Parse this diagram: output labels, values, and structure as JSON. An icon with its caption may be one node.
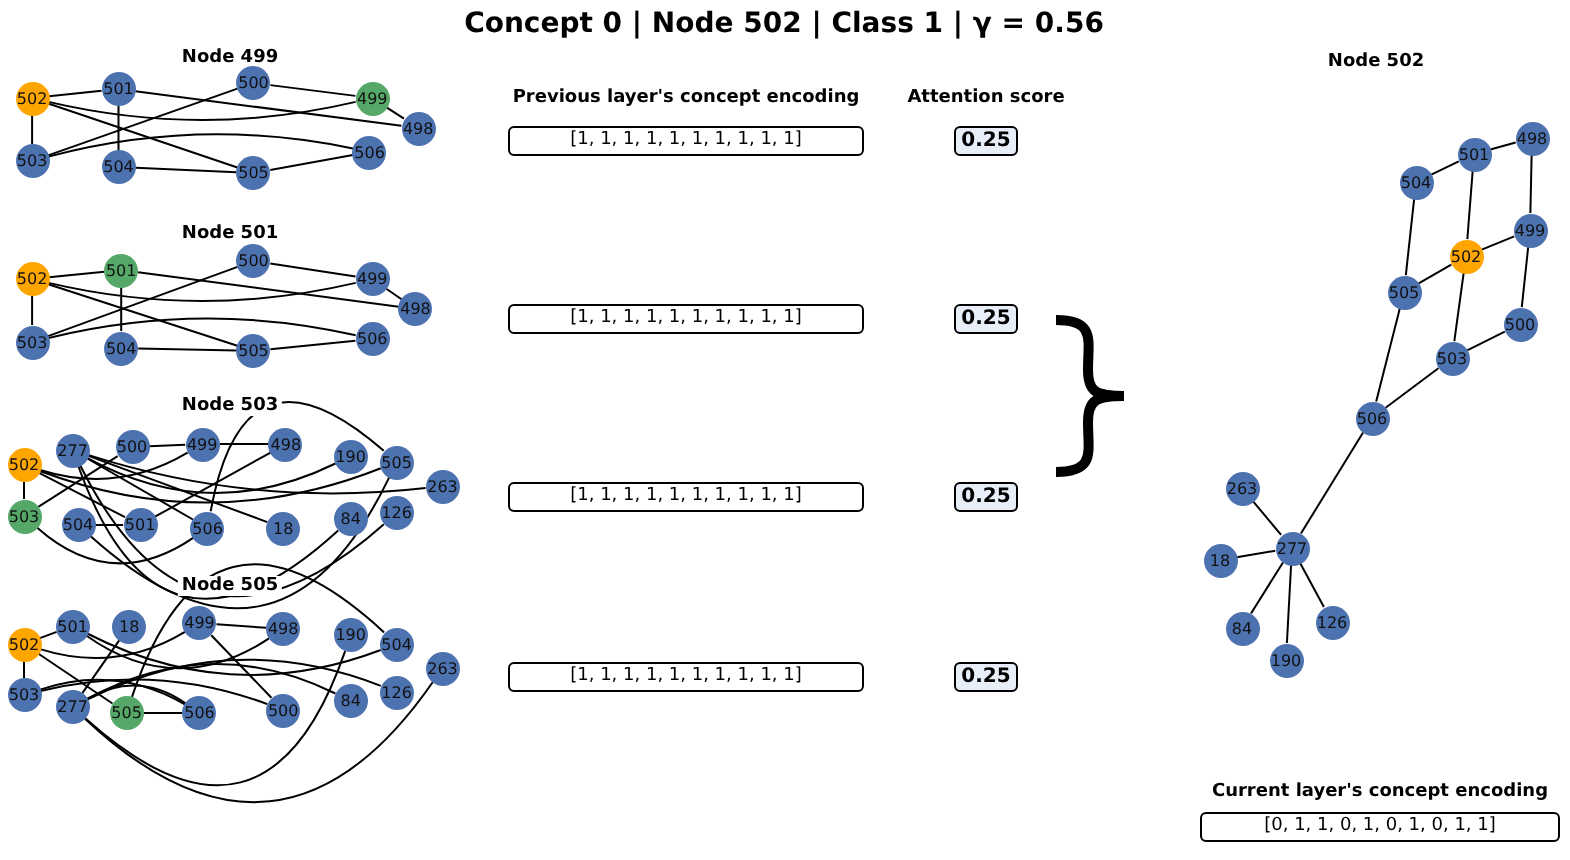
{
  "diagram": {
    "title": "Concept 0 | Node 502 | Class 1 | γ = 0.56",
    "nodes": [
      {
        "text": [
          "502"
        ]
      },
      {
        "text": [
          "501"
        ]
      },
      {
        "text": [
          "500"
        ]
      },
      {
        "text": [
          "499"
        ]
      },
      {
        "text": [
          "498"
        ]
      },
      {
        "text": [
          "503"
        ]
      },
      {
        "text": [
          "504"
        ]
      },
      {
        "text": [
          "505"
        ]
      },
      {
        "text": [
          "506"
        ]
      },
      {
        "text": [
          "502"
        ]
      },
      {
        "text": [
          "501"
        ]
      },
      {
        "text": [
          "500"
        ]
      },
      {
        "text": [
          "499"
        ]
      },
      {
        "text": [
          "498"
        ]
      },
      {
        "text": [
          "503"
        ]
      },
      {
        "text": [
          "504"
        ]
      },
      {
        "text": [
          "505"
        ]
      },
      {
        "text": [
          "506"
        ]
      },
      {
        "text": [
          "502"
        ]
      },
      {
        "text": [
          "277"
        ]
      },
      {
        "text": [
          "500"
        ]
      },
      {
        "text": [
          "499"
        ]
      },
      {
        "text": [
          "498"
        ]
      },
      {
        "text": [
          "190"
        ]
      },
      {
        "text": [
          "505"
        ]
      },
      {
        "text": [
          "263"
        ]
      },
      {
        "text": [
          "503"
        ]
      },
      {
        "text": [
          "504"
        ]
      },
      {
        "text": [
          "501"
        ]
      },
      {
        "text": [
          "506"
        ]
      },
      {
        "text": [
          "18"
        ]
      },
      {
        "text": [
          "84"
        ]
      },
      {
        "text": [
          "126"
        ]
      },
      {
        "text": [
          "502"
        ]
      },
      {
        "text": [
          "501"
        ]
      },
      {
        "text": [
          "18"
        ]
      },
      {
        "text": [
          "499"
        ]
      },
      {
        "text": [
          "498"
        ]
      },
      {
        "text": [
          "190"
        ]
      },
      {
        "text": [
          "504"
        ]
      },
      {
        "text": [
          "263"
        ]
      },
      {
        "text": [
          "503"
        ]
      },
      {
        "text": [
          "277"
        ]
      },
      {
        "text": [
          "505"
        ]
      },
      {
        "text": [
          "506"
        ]
      },
      {
        "text": [
          "500"
        ]
      },
      {
        "text": [
          "84"
        ]
      },
      {
        "text": [
          "126"
        ]
      },
      {
        "text": [
          "[1, 1, 1, 1, 1, 1, 1, 1, 1, 1]"
        ]
      },
      {
        "text": [
          "[1, 1, 1, 1, 1, 1, 1, 1, 1, 1]"
        ]
      },
      {
        "text": [
          "[1, 1, 1, 1, 1, 1, 1, 1, 1, 1]"
        ]
      },
      {
        "text": [
          "[1, 1, 1, 1, 1, 1, 1, 1, 1, 1]"
        ]
      },
      {
        "text": [
          "0.25"
        ]
      },
      {
        "text": [
          "0.25"
        ]
      },
      {
        "text": [
          "0.25"
        ]
      },
      {
        "text": [
          "0.25"
        ]
      },
      {
        "text": [
          "498"
        ]
      },
      {
        "text": [
          "501"
        ]
      },
      {
        "text": [
          "504"
        ]
      },
      {
        "text": [
          "499"
        ]
      },
      {
        "text": [
          "502"
        ]
      },
      {
        "text": [
          "505"
        ]
      },
      {
        "text": [
          "500"
        ]
      },
      {
        "text": [
          "503"
        ]
      },
      {
        "text": [
          "506"
        ]
      },
      {
        "text": [
          "263"
        ]
      },
      {
        "text": [
          "277"
        ]
      },
      {
        "text": [
          "18"
        ]
      },
      {
        "text": [
          "126"
        ]
      },
      {
        "text": [
          "84"
        ]
      },
      {
        "text": [
          "190"
        ]
      },
      {
        "text": [
          "[0, 1, 1, 0, 1, 0, 1, 0, 1, 1]"
        ],
        "beside": [
          "Current layer's concept encoding"
        ]
      }
    ],
    "edges": [
      {
        "from": 1,
        "to": 4,
        "arrow": "none"
      },
      {
        "from": 1,
        "to": 6,
        "arrow": "none"
      },
      {
        "from": 1,
        "to": 0,
        "arrow": "none"
      },
      {
        "from": 4,
        "to": 3,
        "arrow": "none"
      },
      {
        "from": 3,
        "to": 0,
        "arrow": "none"
      },
      {
        "from": 3,
        "to": 2,
        "arrow": "none"
      },
      {
        "from": 0,
        "to": 7,
        "arrow": "none"
      },
      {
        "from": 0,
        "to": 5,
        "arrow": "none"
      },
      {
        "from": 2,
        "to": 5,
        "arrow": "none"
      },
      {
        "from": 6,
        "to": 7,
        "arrow": "none"
      },
      {
        "from": 7,
        "to": 8,
        "arrow": "none"
      },
      {
        "from": 5,
        "to": 8,
        "arrow": "none"
      },
      {
        "from": 10,
        "to": 13,
        "arrow": "none"
      },
      {
        "from": 10,
        "to": 15,
        "arrow": "none"
      },
      {
        "from": 10,
        "to": 9,
        "arrow": "none"
      },
      {
        "from": 13,
        "to": 12,
        "arrow": "none"
      },
      {
        "from": 12,
        "to": 9,
        "arrow": "none"
      },
      {
        "from": 12,
        "to": 11,
        "arrow": "none"
      },
      {
        "from": 9,
        "to": 16,
        "arrow": "none"
      },
      {
        "from": 9,
        "to": 14,
        "arrow": "none"
      },
      {
        "from": 11,
        "to": 14,
        "arrow": "none"
      },
      {
        "from": 15,
        "to": 16,
        "arrow": "none"
      },
      {
        "from": 16,
        "to": 17,
        "arrow": "none"
      },
      {
        "from": 14,
        "to": 17,
        "arrow": "none"
      },
      {
        "from": 28,
        "to": 22,
        "arrow": "none"
      },
      {
        "from": 28,
        "to": 27,
        "arrow": "none"
      },
      {
        "from": 28,
        "to": 18,
        "arrow": "none"
      },
      {
        "from": 22,
        "to": 21,
        "arrow": "none"
      },
      {
        "from": 21,
        "to": 18,
        "arrow": "none"
      },
      {
        "from": 21,
        "to": 20,
        "arrow": "none"
      },
      {
        "from": 18,
        "to": 24,
        "arrow": "none"
      },
      {
        "from": 18,
        "to": 26,
        "arrow": "none"
      },
      {
        "from": 20,
        "to": 26,
        "arrow": "none"
      },
      {
        "from": 27,
        "to": 24,
        "arrow": "none"
      },
      {
        "from": 24,
        "to": 29,
        "arrow": "none"
      },
      {
        "from": 26,
        "to": 29,
        "arrow": "none"
      },
      {
        "from": 29,
        "to": 19,
        "arrow": "none"
      },
      {
        "from": 19,
        "to": 25,
        "arrow": "none"
      },
      {
        "from": 19,
        "to": 30,
        "arrow": "none"
      },
      {
        "from": 19,
        "to": 31,
        "arrow": "none"
      },
      {
        "from": 19,
        "to": 23,
        "arrow": "none"
      },
      {
        "from": 19,
        "to": 32,
        "arrow": "none"
      },
      {
        "from": 34,
        "to": 37,
        "arrow": "none"
      },
      {
        "from": 34,
        "to": 39,
        "arrow": "none"
      },
      {
        "from": 34,
        "to": 33,
        "arrow": "none"
      },
      {
        "from": 37,
        "to": 36,
        "arrow": "none"
      },
      {
        "from": 36,
        "to": 33,
        "arrow": "none"
      },
      {
        "from": 36,
        "to": 45,
        "arrow": "none"
      },
      {
        "from": 33,
        "to": 43,
        "arrow": "none"
      },
      {
        "from": 33,
        "to": 41,
        "arrow": "none"
      },
      {
        "from": 45,
        "to": 41,
        "arrow": "none"
      },
      {
        "from": 39,
        "to": 43,
        "arrow": "none"
      },
      {
        "from": 43,
        "to": 44,
        "arrow": "none"
      },
      {
        "from": 41,
        "to": 44,
        "arrow": "none"
      },
      {
        "from": 44,
        "to": 42,
        "arrow": "none"
      },
      {
        "from": 42,
        "to": 40,
        "arrow": "none"
      },
      {
        "from": 42,
        "to": 35,
        "arrow": "none"
      },
      {
        "from": 42,
        "to": 46,
        "arrow": "none"
      },
      {
        "from": 42,
        "to": 38,
        "arrow": "none"
      },
      {
        "from": 42,
        "to": 47,
        "arrow": "none"
      },
      {
        "from": 57,
        "to": 56,
        "arrow": "none"
      },
      {
        "from": 57,
        "to": 58,
        "arrow": "none"
      },
      {
        "from": 57,
        "to": 60,
        "arrow": "none"
      },
      {
        "from": 56,
        "to": 59,
        "arrow": "none"
      },
      {
        "from": 59,
        "to": 60,
        "arrow": "none"
      },
      {
        "from": 59,
        "to": 62,
        "arrow": "none"
      },
      {
        "from": 60,
        "to": 61,
        "arrow": "none"
      },
      {
        "from": 60,
        "to": 63,
        "arrow": "none"
      },
      {
        "from": 62,
        "to": 63,
        "arrow": "none"
      },
      {
        "from": 58,
        "to": 61,
        "arrow": "none"
      },
      {
        "from": 61,
        "to": 64,
        "arrow": "none"
      },
      {
        "from": 63,
        "to": 64,
        "arrow": "none"
      },
      {
        "from": 64,
        "to": 66,
        "arrow": "none"
      },
      {
        "from": 66,
        "to": 65,
        "arrow": "none"
      },
      {
        "from": 66,
        "to": 67,
        "arrow": "none"
      },
      {
        "from": 66,
        "to": 69,
        "arrow": "none"
      },
      {
        "from": 66,
        "to": 70,
        "arrow": "none"
      },
      {
        "from": 66,
        "to": 68,
        "arrow": "none"
      }
    ],
    "labels": [
      "Node 499",
      "Previous layer's concept encoding",
      "Attention score",
      "Node 502",
      "Node 501",
      "Node 503",
      "Node 505"
    ]
  }
}
